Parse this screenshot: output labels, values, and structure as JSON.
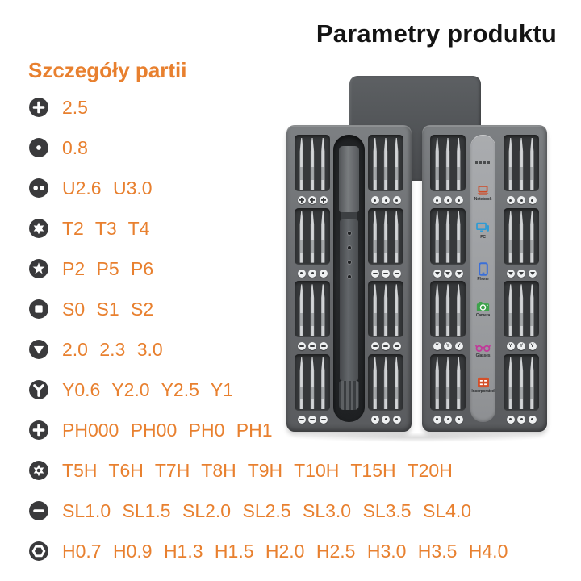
{
  "title": "Parametry produktu",
  "section": {
    "title": "Szczegóły partii"
  },
  "accent_color": "#E8802F",
  "spec_rows": [
    {
      "icon": "phillips-icon",
      "values": "2.5"
    },
    {
      "icon": "round-dot-icon",
      "values": "0.8"
    },
    {
      "icon": "u-type-icon",
      "values": "U2.6 U3.0"
    },
    {
      "icon": "torx-icon",
      "values": "T2 T3 T4"
    },
    {
      "icon": "pentalobe-star-icon",
      "values": "P2 P5 P6"
    },
    {
      "icon": "square-icon",
      "values": "S0 S1 S2"
    },
    {
      "icon": "triangle-icon",
      "values": "2.0 2.3 3.0"
    },
    {
      "icon": "tri-wing-icon",
      "values": "Y0.6 Y2.0 Y2.5 Y1"
    },
    {
      "icon": "phillips-icon",
      "values": "PH000 PH00 PH0 PH1"
    },
    {
      "icon": "security-torx-icon",
      "values": "T5H T6H T7H T8H T9H T10H T15H T20H"
    },
    {
      "icon": "slotted-icon",
      "values": "SL1.0 SL1.5 SL2.0 SL2.5 SL3.0 SL3.5 SL4.0"
    },
    {
      "icon": "hex-icon",
      "values": "H0.7 H0.9 H1.3 H1.5 H2.0 H2.5 H3.0 H3.5 H4.0"
    }
  ],
  "product_photo": {
    "strip_items": [
      {
        "icon": "notebook-icon",
        "label": "Notebook",
        "color": "#cf4a26"
      },
      {
        "icon": "pc-icon",
        "label": "PC",
        "color": "#2d9bd5"
      },
      {
        "icon": "phone-icon",
        "label": "Phone",
        "color": "#3a6fd8"
      },
      {
        "icon": "camera-icon",
        "label": "Camera",
        "color": "#3da24b"
      },
      {
        "icon": "glasses-icon",
        "label": "Glasses",
        "color": "#c03a99"
      },
      {
        "icon": "incorporated-icon",
        "label": "Incorporated",
        "color": "#d4502a"
      }
    ]
  }
}
